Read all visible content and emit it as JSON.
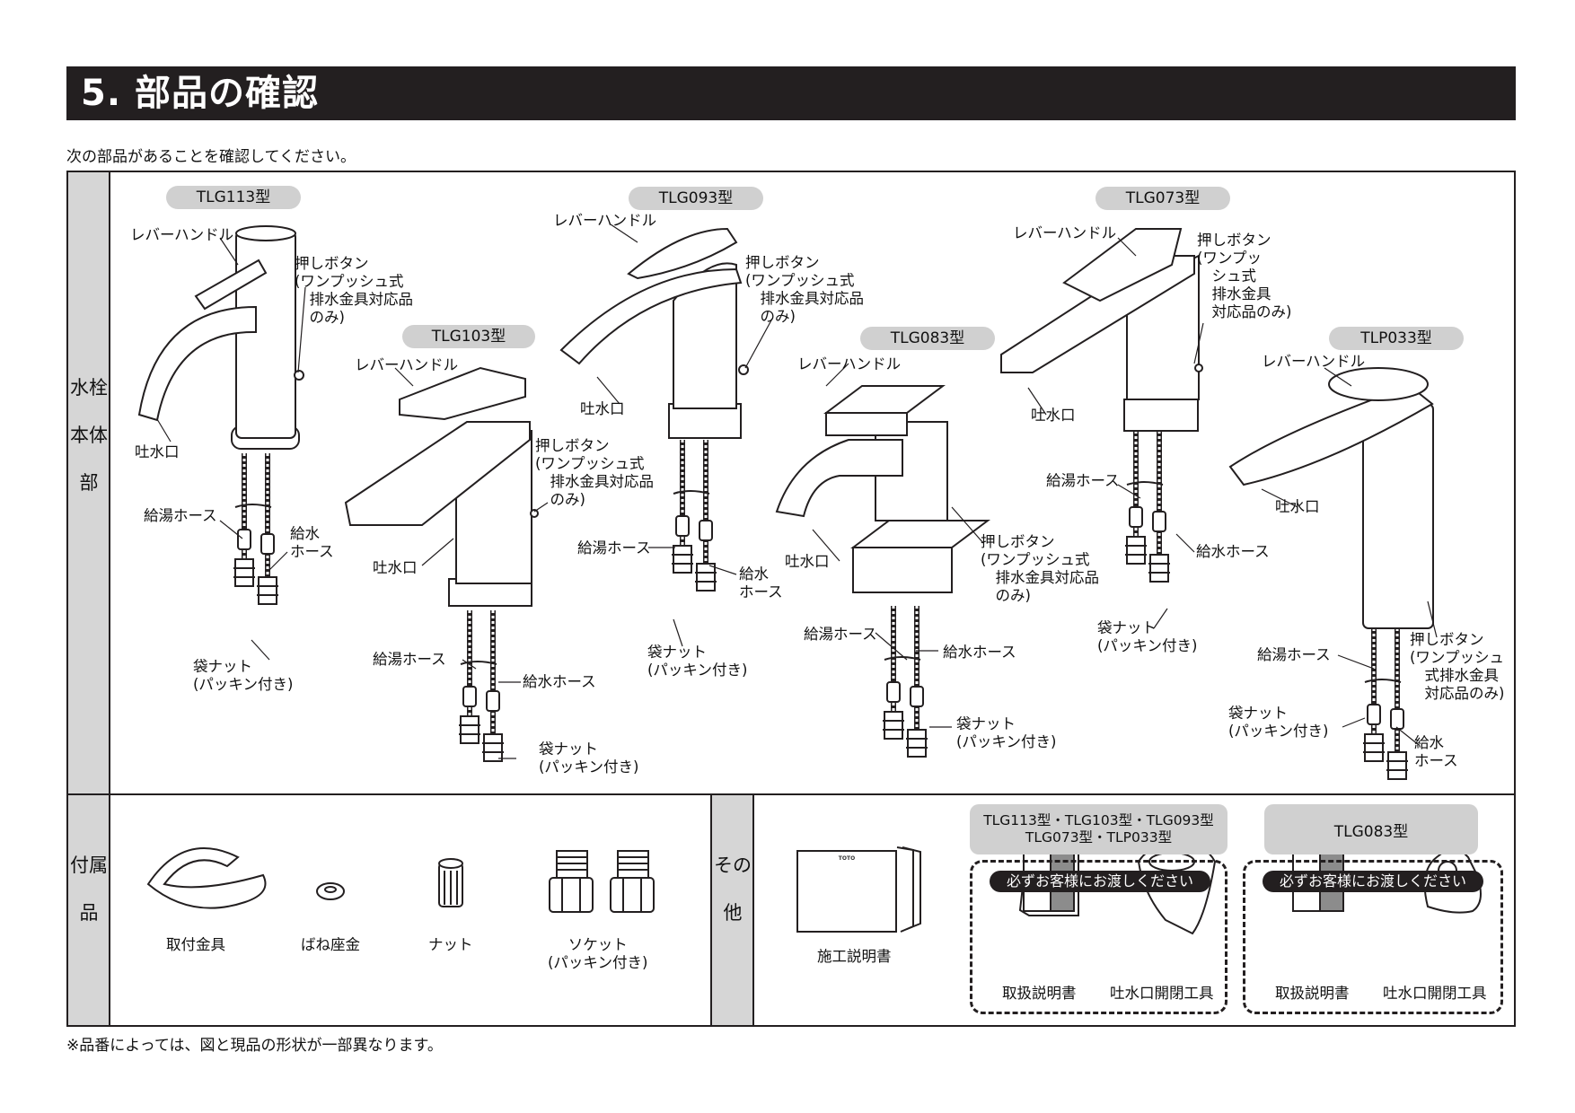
{
  "header": {
    "title": "5. 部品の確認"
  },
  "intro": "次の部品があることを確認してください。",
  "footnote": "※品番によっては、図と現品の形状が一部異なります。",
  "side_labels": {
    "body": "水栓本体部",
    "accessories": "付属品",
    "other": "その他"
  },
  "models": [
    {
      "name": "TLG113型",
      "lever": "レバーハンドル",
      "button": "押しボタン\n(ワンプッシュ式\n　排水金具対応品\n　のみ)",
      "spout": "吐水口",
      "hot_hose": "給湯ホース",
      "cold_hose": "給水\nホース",
      "nut": "袋ナット\n(パッキン付き)"
    },
    {
      "name": "TLG103型",
      "lever": "レバーハンドル",
      "button": "押しボタン\n(ワンプッシュ式\n　排水金具対応品\n　のみ)",
      "spout": "吐水口",
      "hot_hose": "給湯ホース",
      "cold_hose": "給水ホース",
      "nut": "袋ナット\n(パッキン付き)"
    },
    {
      "name": "TLG093型",
      "lever": "レバーハンドル",
      "button": "押しボタン\n(ワンプッシュ式\n　排水金具対応品\n　のみ)",
      "spout": "吐水口",
      "hot_hose": "給湯ホース",
      "cold_hose": "給水\nホース",
      "nut": "袋ナット\n(パッキン付き)"
    },
    {
      "name": "TLG083型",
      "lever": "レバーハンドル",
      "button": "押しボタン\n(ワンプッシュ式\n　排水金具対応品\n　のみ)",
      "spout": "吐水口",
      "hot_hose": "給湯ホース",
      "cold_hose": "給水ホース",
      "nut": "袋ナット\n(パッキン付き)"
    },
    {
      "name": "TLG073型",
      "lever": "レバーハンドル",
      "button": "押しボタン\n(ワンプッ\n　シュ式\n　排水金具\n　対応品のみ)",
      "spout": "吐水口",
      "hot_hose": "給湯ホース",
      "cold_hose": "給水ホース",
      "nut": "袋ナット\n(パッキン付き)"
    },
    {
      "name": "TLP033型",
      "lever": "レバーハンドル",
      "button": "押しボタン\n(ワンプッシュ\n　式排水金具\n　対応品のみ)",
      "spout": "吐水口",
      "hot_hose": "給湯ホース",
      "cold_hose": "給水\nホース",
      "nut": "袋ナット\n(パッキン付き)"
    }
  ],
  "accessories": [
    {
      "label": "取付金具"
    },
    {
      "label": "ばね座金"
    },
    {
      "label": "ナット"
    },
    {
      "label": "ソケット\n(パッキン付き)"
    }
  ],
  "other": {
    "manual": "施工説明書",
    "group_a": {
      "models": "TLG113型・TLG103型・TLG093型\nTLG073型・TLP033型",
      "banner": "必ずお客様にお渡しください",
      "items": [
        "取扱説明書",
        "吐水口開閉工具"
      ]
    },
    "group_b": {
      "models": "TLG083型",
      "banner": "必ずお客様にお渡しください",
      "items": [
        "取扱説明書",
        "吐水口開閉工具"
      ]
    }
  },
  "brand_mark": "TOTO"
}
